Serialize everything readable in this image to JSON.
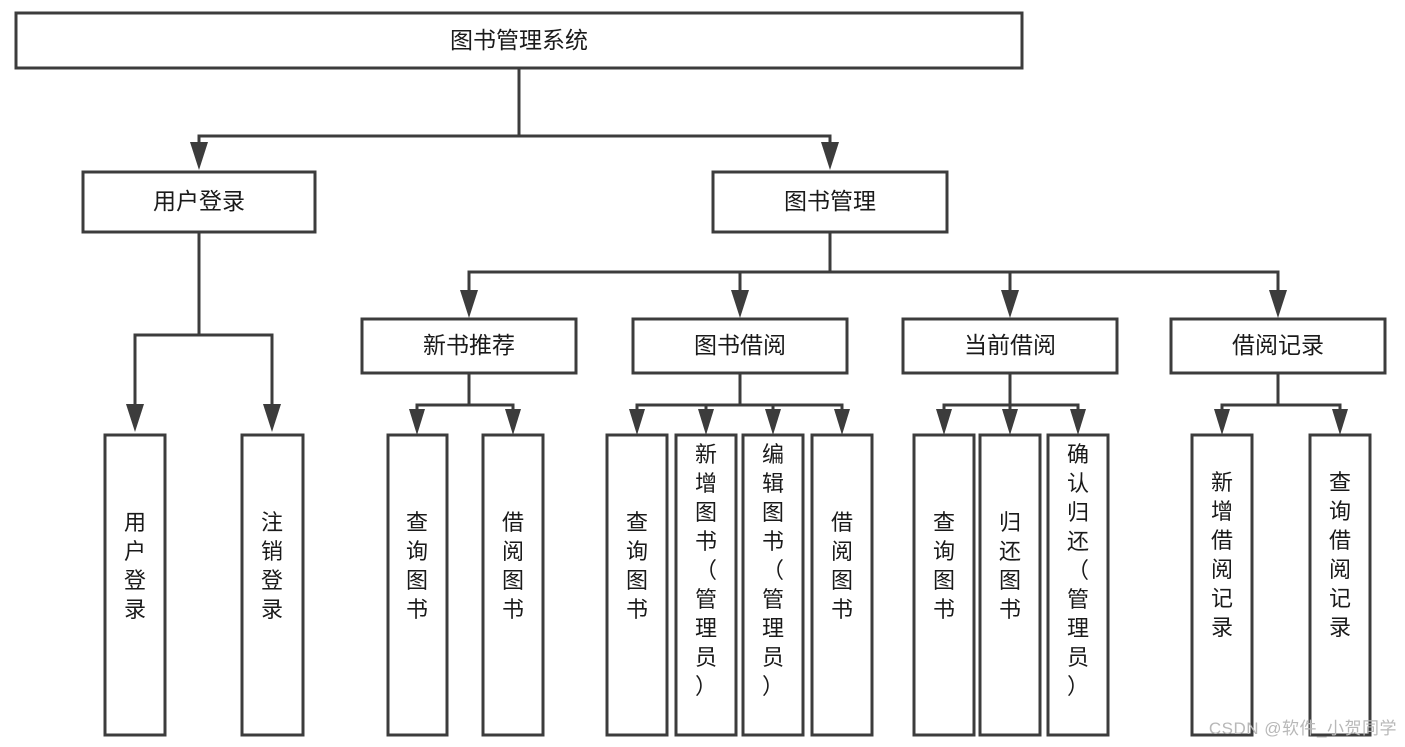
{
  "diagram": {
    "type": "tree",
    "title": "图书管理系统",
    "root": {
      "id": "root",
      "label": "图书管理系统"
    },
    "level2": [
      {
        "id": "user-login",
        "label": "用户登录"
      },
      {
        "id": "book-manage",
        "label": "图书管理"
      }
    ],
    "level3": [
      {
        "id": "new-book-rec",
        "label": "新书推荐",
        "parent": "book-manage"
      },
      {
        "id": "book-borrow",
        "label": "图书借阅",
        "parent": "book-manage"
      },
      {
        "id": "current-borrow",
        "label": "当前借阅",
        "parent": "book-manage"
      },
      {
        "id": "borrow-record",
        "label": "借阅记录",
        "parent": "book-manage"
      }
    ],
    "leaves": [
      {
        "id": "leaf-user-login",
        "label": "用户登录",
        "parent": "user-login"
      },
      {
        "id": "leaf-logout",
        "label": "注销登录",
        "parent": "user-login"
      },
      {
        "id": "leaf-query-book-1",
        "label": "查询图书",
        "parent": "new-book-rec"
      },
      {
        "id": "leaf-borrow-book-1",
        "label": "借阅图书",
        "parent": "new-book-rec"
      },
      {
        "id": "leaf-query-book-2",
        "label": "查询图书",
        "parent": "book-borrow"
      },
      {
        "id": "leaf-add-book",
        "label": "新增图书（管理员）",
        "parent": "book-borrow"
      },
      {
        "id": "leaf-edit-book",
        "label": "编辑图书（管理员）",
        "parent": "book-borrow"
      },
      {
        "id": "leaf-borrow-book-2",
        "label": "借阅图书",
        "parent": "book-borrow"
      },
      {
        "id": "leaf-query-book-3",
        "label": "查询图书",
        "parent": "current-borrow"
      },
      {
        "id": "leaf-return-book",
        "label": "归还图书",
        "parent": "current-borrow"
      },
      {
        "id": "leaf-confirm-return",
        "label": "确认归还（管理员）",
        "parent": "current-borrow"
      },
      {
        "id": "leaf-add-record",
        "label": "新增借阅记录",
        "parent": "borrow-record"
      },
      {
        "id": "leaf-query-record",
        "label": "查询借阅记录",
        "parent": "borrow-record"
      }
    ]
  },
  "watermark": {
    "text": "CSDN @软件_小贺同学"
  },
  "colors": {
    "stroke": "#3c3c3c",
    "box_fill": "#ffffff",
    "text": "#1a1a1a",
    "watermark": "#b8b8b8",
    "background": "#ffffff"
  }
}
